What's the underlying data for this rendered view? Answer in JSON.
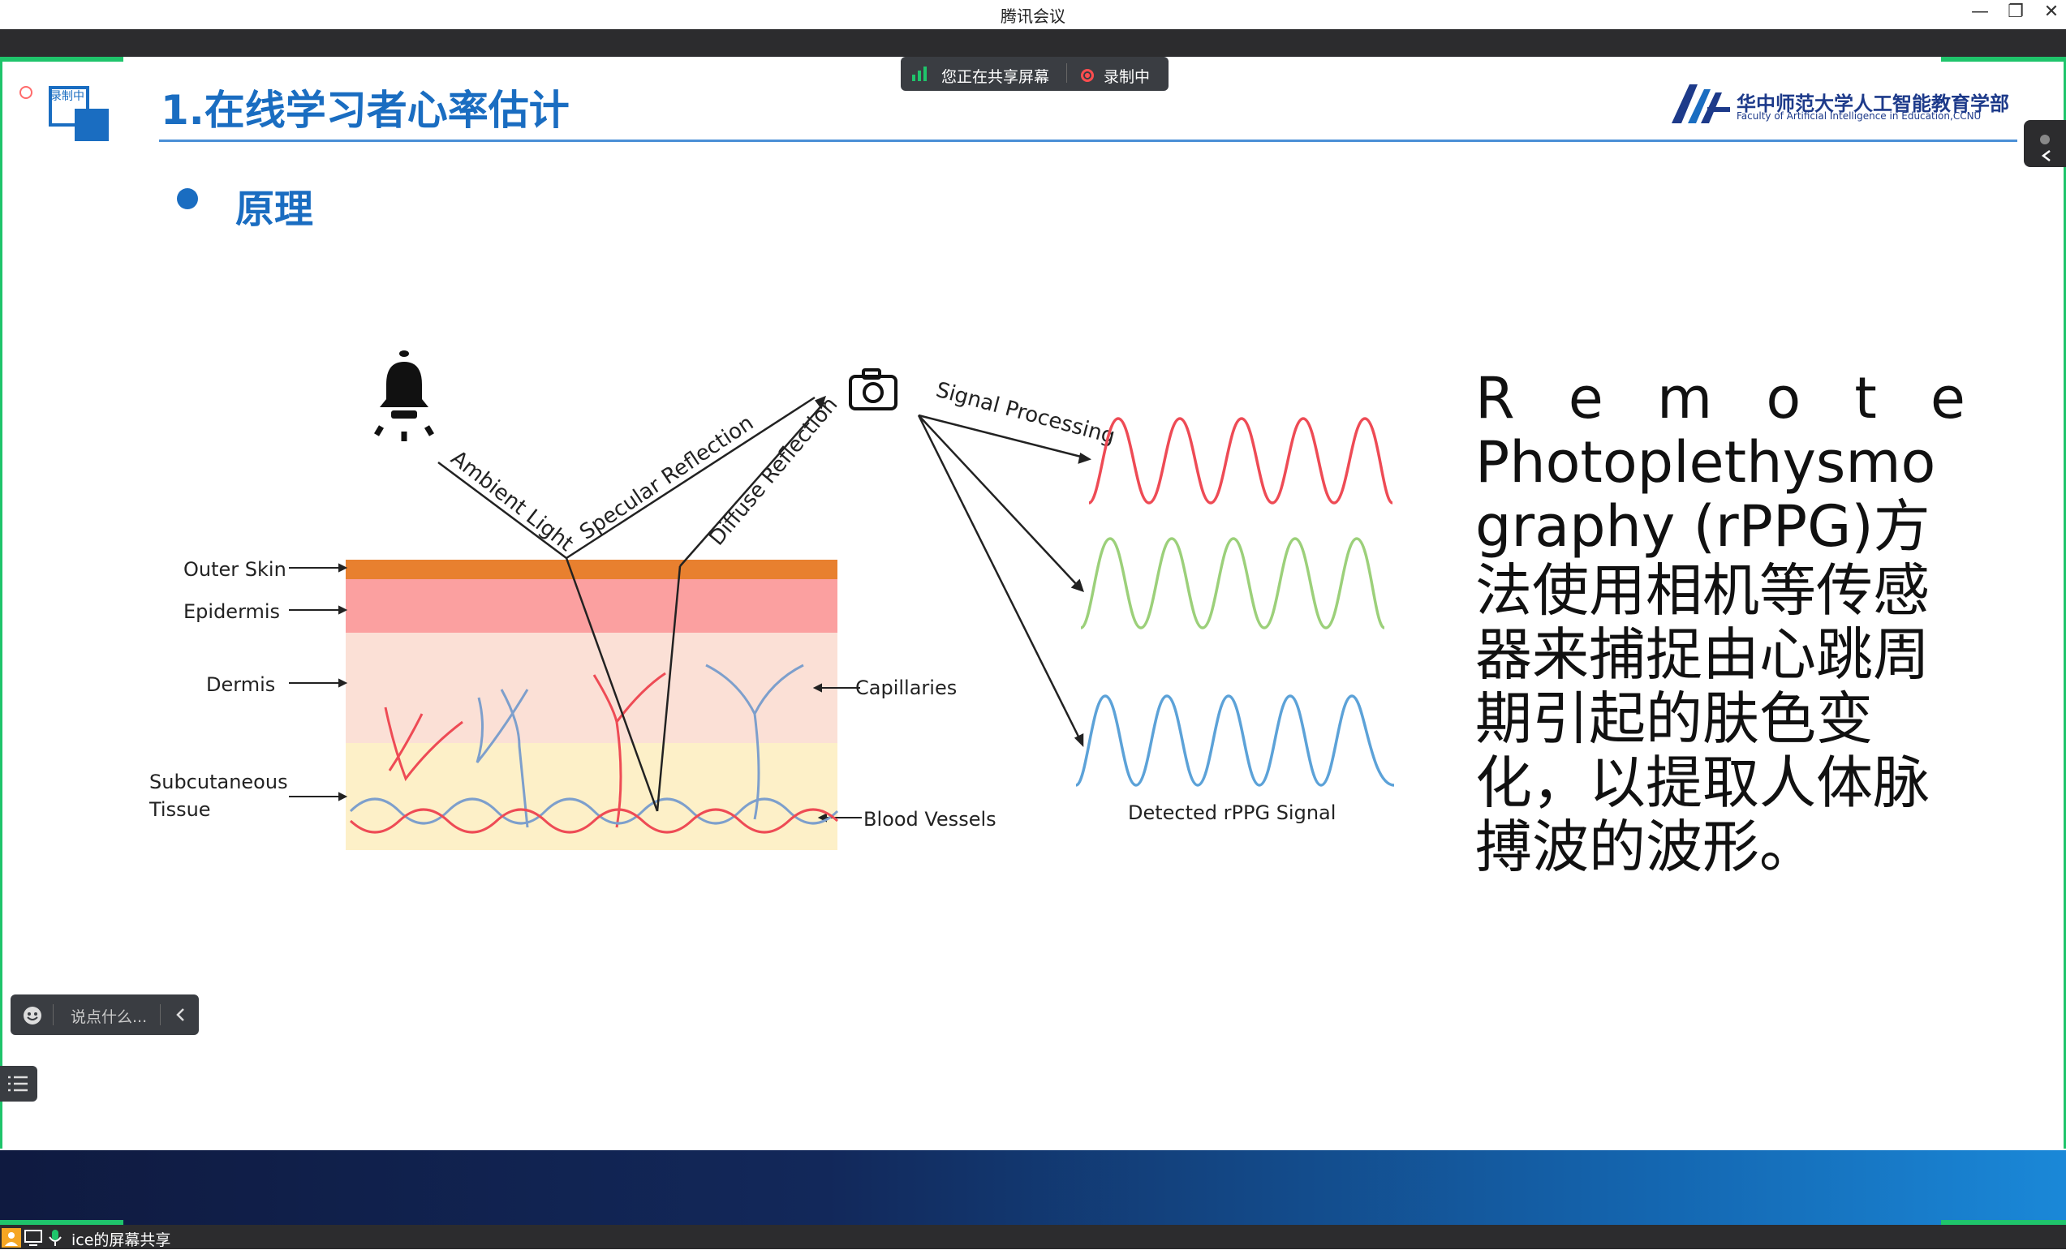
{
  "window": {
    "title": "腾讯会议",
    "minimize": "—",
    "restore": "❐",
    "close": "✕"
  },
  "share_indicator": {
    "sharing_label": "您正在共享屏幕",
    "recording_label": "录制中"
  },
  "rec_badge": "录制中",
  "slide": {
    "title": "1.在线学习者心率估计",
    "section": "原理",
    "logo_name": "华中师范大学人工智能教育学部",
    "logo_subtitle": "Faculty of Artificial Intelligence in Education,CCNU",
    "body_first_line": [
      "R",
      "e",
      "m",
      "o",
      "t",
      "e"
    ],
    "body_rest": "Photoplethysmography (rPPG)方法使用相机等传感器来捕捉由心跳周期引起的肤色变化，以提取人体脉搏波的波形。"
  },
  "diagram": {
    "layer_labels": [
      "Outer Skin",
      "Epidermis",
      "Dermis",
      "Subcutaneous",
      "Tissue"
    ],
    "ray_labels": {
      "ambient": "Ambient Light",
      "specular": "Specular Reflection",
      "diffuse": "Diffuse Reflection",
      "processing": "Signal Processing"
    },
    "capillaries": "Capillaries",
    "blood_vessels": "Blood Vessels",
    "signal_label": "Detected rPPG Signal",
    "colors": {
      "outer_skin": "#e8802f",
      "epidermis": "#fba0a0",
      "dermis": "#fbe0d6",
      "subcutaneous": "#fdf0c8",
      "red_wave": "#ee4b55",
      "green_wave": "#9cd07a",
      "blue_wave": "#5ca2d8"
    }
  },
  "chat": {
    "placeholder": "说点什么..."
  },
  "status_bar": {
    "label": "ice的屏幕共享"
  }
}
